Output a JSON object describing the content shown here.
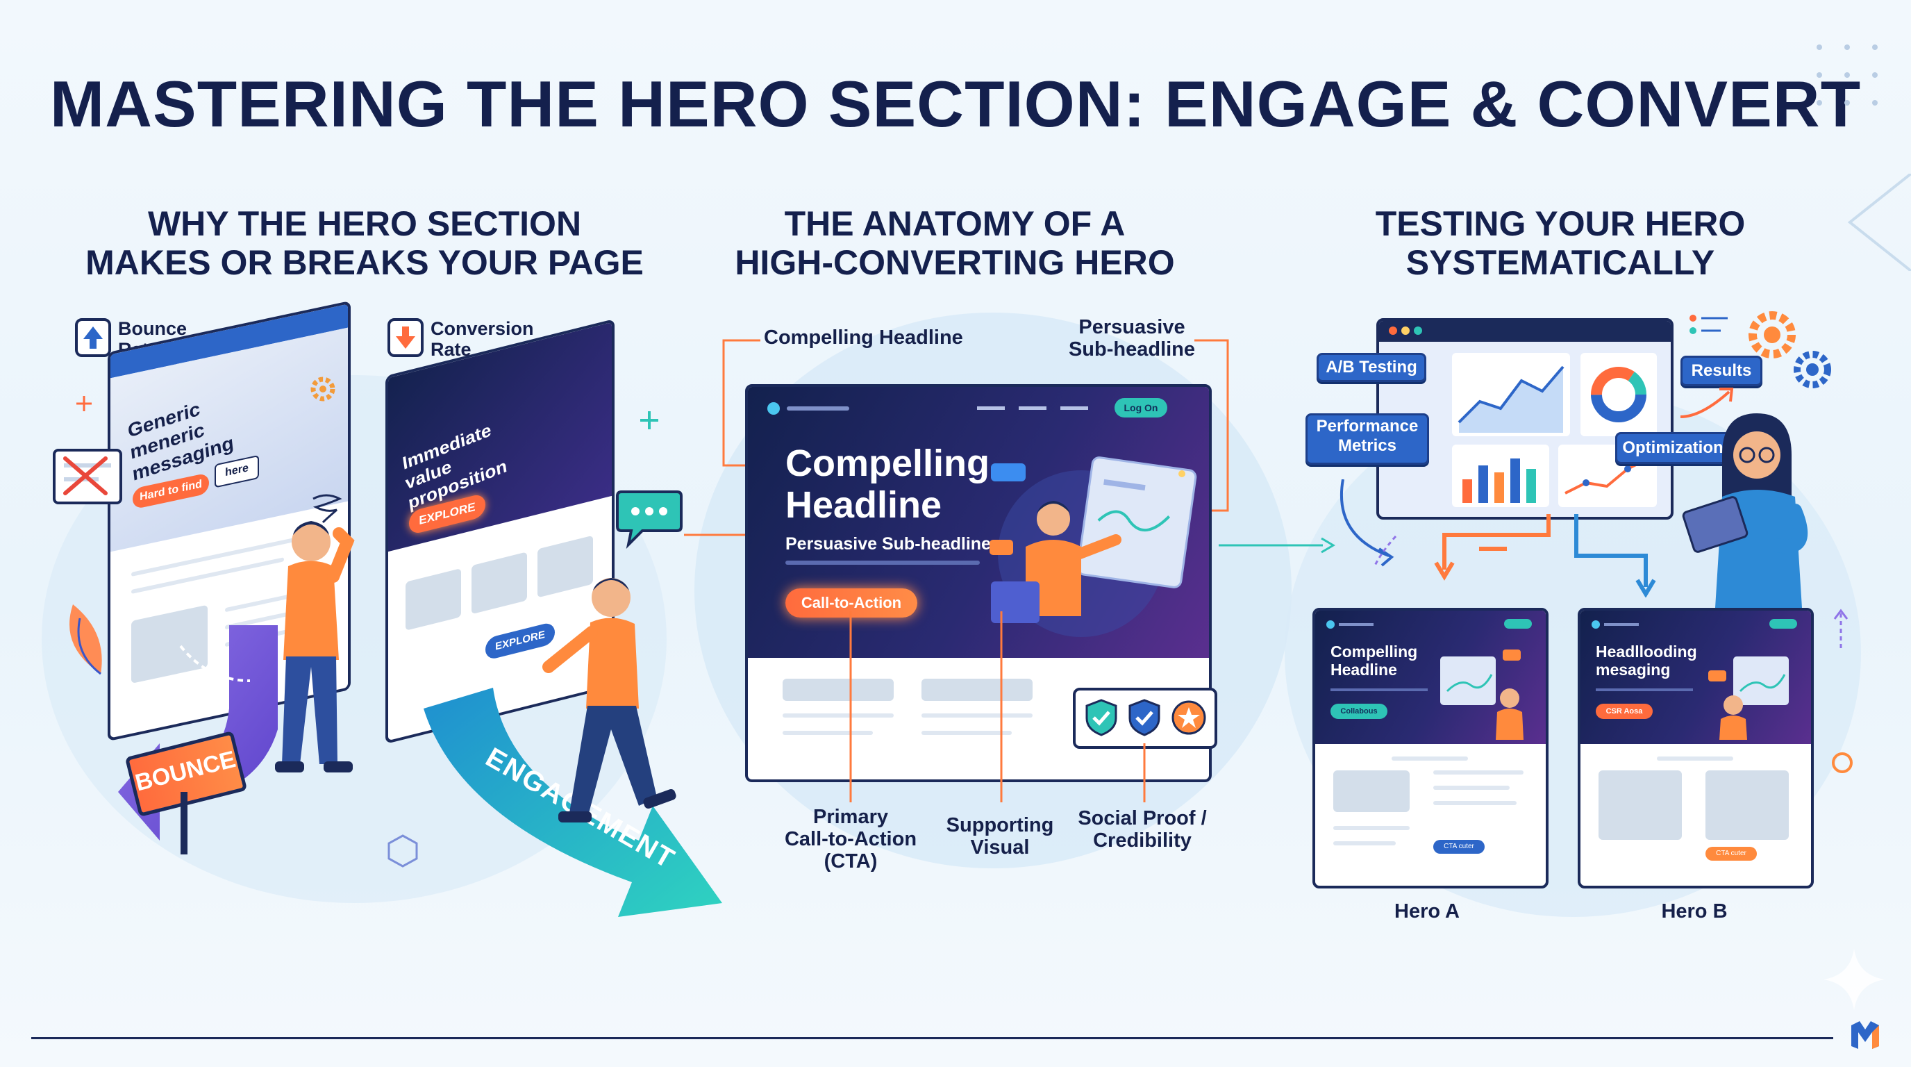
{
  "title": "MASTERING THE HERO SECTION: ENGAGE & CONVERT",
  "columns": {
    "why": {
      "heading_line1": "WHY THE HERO SECTION",
      "heading_line2": "MAKES OR BREAKS YOUR PAGE",
      "bounce_rate_label": "Bounce\nRate",
      "conversion_rate_label": "Conversion\nRate",
      "bad_page_text": "Generic meneric messaging",
      "bad_page_button1": "Hard to find",
      "bad_page_button2": "here",
      "good_page_text": "Immediate value proposition",
      "good_page_button": "EXPLORE",
      "good_page_button2": "EXPLORE",
      "bounce_sign": "BOUNCE",
      "engagement_path": "ENGAGEMENT"
    },
    "anatomy": {
      "heading_line1": "THE ANATOMY OF A",
      "heading_line2": "HIGH-CONVERTING HERO",
      "callout_headline": "Compelling Headline",
      "callout_subheadline": "Persuasive\nSub-headline",
      "hero_headline_line1": "Compelling",
      "hero_headline_line2": "Headline",
      "hero_subheadline": "Persuasive Sub-headline",
      "hero_cta": "Call-to-Action",
      "hero_login": "Log On",
      "callout_cta": "Primary\nCall-to-Action\n(CTA)",
      "callout_visual": "Supporting\nVisual",
      "callout_social": "Social Proof /\nCredibility"
    },
    "testing": {
      "heading_line1": "TESTING YOUR HERO",
      "heading_line2": "SYSTEMATICALLY",
      "chip_ab": "A/B Testing",
      "chip_performance": "Performance\nMetrics",
      "chip_results": "Results",
      "chip_optimization": "Optimization",
      "hero_a_headline": "Compelling\nHeadline",
      "hero_a_button": "Collabous",
      "hero_a_cta": "CTA cuter",
      "hero_b_headline": "Headllooding\nmesaging",
      "hero_b_button": "CSR Aosa",
      "hero_b_cta": "CTA cuter",
      "hero_a_label": "Hero A",
      "hero_b_label": "Hero B"
    }
  },
  "colors": {
    "navy": "#14204d",
    "orange": "#ff7a3d",
    "blue": "#2d66c8",
    "teal": "#23c4b8",
    "purple": "#6b4bd6"
  },
  "icons": [
    "arrow-up-icon",
    "arrow-down-icon",
    "gear-icon",
    "chat-bubble-icon",
    "shield-check-icon",
    "star-badge-icon",
    "donut-chart-icon",
    "bar-chart-icon",
    "line-chart-icon",
    "brand-logo-icon"
  ]
}
